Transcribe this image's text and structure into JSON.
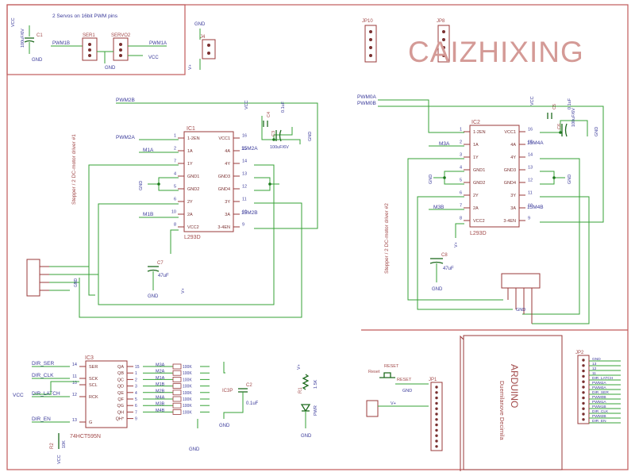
{
  "watermark": "CAIZHIXING",
  "servo_box": {
    "title": "2 Servos on 16bit PWM pins",
    "cap": "C1",
    "cap_val": "100uF/6V",
    "gnd": "GND",
    "pwm1b": "PWM1B",
    "pwm1a": "PWM1A",
    "ser1": "SER1",
    "servo2": "SERVO2",
    "vcc": "VCC",
    "j4": "J4",
    "j4_v": "V+",
    "j4_gnd": "GND"
  },
  "jumpers": {
    "jp10": "JP10",
    "jp8": "JP8"
  },
  "ic1": {
    "name": "IC1",
    "part": "L293D",
    "note": "Stepper / 2 DC-motor driver #1",
    "left_pins": [
      {
        "num": "1",
        "name": "1-2EN"
      },
      {
        "num": "2",
        "name": "1A"
      },
      {
        "num": "7",
        "name": "1Y"
      },
      {
        "num": "4",
        "name": "GND1"
      },
      {
        "num": "5",
        "name": "GND2"
      },
      {
        "num": "6",
        "name": "2Y"
      },
      {
        "num": "10",
        "name": "2A"
      },
      {
        "num": "8",
        "name": "VCC2"
      }
    ],
    "right_pins": [
      {
        "num": "16",
        "name": "VCC1"
      },
      {
        "num": "15",
        "name": "4A"
      },
      {
        "num": "14",
        "name": "4Y"
      },
      {
        "num": "13",
        "name": "GND3"
      },
      {
        "num": "12",
        "name": "GND4"
      },
      {
        "num": "11",
        "name": "3Y"
      },
      {
        "num": "10",
        "name": "3A"
      },
      {
        "num": "9",
        "name": "3-4EN"
      }
    ],
    "nets": {
      "pwm2b": "PWM2B",
      "pwm2a": "PWM2A",
      "m1a": "M1A",
      "m1b": "M1B",
      "m2a": "15M2A",
      "m2b": "15M2B"
    },
    "c4": "C4",
    "c4_val": "0.1uF",
    "c3": "C3",
    "c3_val": "100uF/6V",
    "c7": "C7",
    "c7_val": "47uF",
    "gnd": "GND",
    "vcc": "VCC"
  },
  "ic2": {
    "name": "IC2",
    "part": "L293D",
    "note": "Stepper / 2 DC-motor driver #2",
    "left_pins": [
      {
        "num": "1",
        "name": "1-2EN"
      },
      {
        "num": "2",
        "name": "1A"
      },
      {
        "num": "3",
        "name": "1Y"
      },
      {
        "num": "4",
        "name": "GND1"
      },
      {
        "num": "5",
        "name": "GND2"
      },
      {
        "num": "6",
        "name": "2Y"
      },
      {
        "num": "7",
        "name": "2A"
      },
      {
        "num": "8",
        "name": "VCC2"
      }
    ],
    "right_pins": [
      {
        "num": "16",
        "name": "VCC1"
      },
      {
        "num": "15",
        "name": "4A"
      },
      {
        "num": "14",
        "name": "4Y"
      },
      {
        "num": "13",
        "name": "GND3"
      },
      {
        "num": "12",
        "name": "GND4"
      },
      {
        "num": "11",
        "name": "3Y"
      },
      {
        "num": "10",
        "name": "3A"
      },
      {
        "num": "9",
        "name": "3-4EN"
      }
    ],
    "nets": {
      "pwm0a": "PWM0A",
      "pwm0b": "PWM0B",
      "m3a": "M3A",
      "m3b": "M3B",
      "m4a": "15M4A",
      "m4b": "15M4B"
    },
    "c5": "C5",
    "c5_val": "0.1uF",
    "c6": "C6",
    "c6_val": "100uF/6V",
    "c8": "C8",
    "c8_val": "47uF",
    "gnd": "GND",
    "vcc": "VCC"
  },
  "ic3": {
    "name": "IC3",
    "part": "74HCT595N",
    "inputs": [
      {
        "net": "DIR_SER",
        "num": "14",
        "pin": "SER"
      },
      {
        "net": "DIR_CLK",
        "num": "11",
        "pin": "SCK"
      },
      {
        "net": "",
        "num": "10",
        "pin": "SCL"
      },
      {
        "net": "DIR_LATCH",
        "num": "12",
        "pin": "RCK"
      },
      {
        "net": "DIR_EN",
        "num": "13",
        "pin": "G"
      }
    ],
    "outputs": [
      {
        "num": "15",
        "pin": "QA",
        "net": "M3A"
      },
      {
        "num": "1",
        "pin": "QB",
        "net": "M2A"
      },
      {
        "num": "2",
        "pin": "QC",
        "net": "M1A"
      },
      {
        "num": "3",
        "pin": "QD",
        "net": "M1B"
      },
      {
        "num": "4",
        "pin": "QE",
        "net": "M2B"
      },
      {
        "num": "5",
        "pin": "QF",
        "net": "M4A"
      },
      {
        "num": "6",
        "pin": "QG",
        "net": "M3B"
      },
      {
        "num": "7",
        "pin": "QH",
        "net": "M4B"
      },
      {
        "num": "9",
        "pin": "QH*",
        "net": ""
      }
    ],
    "r_labels": [
      "100K",
      "100K",
      "100K",
      "100K",
      "100K",
      "100K",
      "100K",
      "100K"
    ],
    "r2": "R2",
    "r2_val": "10K",
    "vcc": "VCC",
    "gnd": "GND"
  },
  "misc": {
    "ic3p": "IC3P",
    "c2": "C2",
    "c2_val": "0.1uF",
    "r1": "R1",
    "r1_val": "1.5K",
    "led": "PWR",
    "vplus": "V+",
    "gnd": "GND"
  },
  "arduino": {
    "brand": "ARDUINO",
    "model": "Duemilanove Decimila",
    "jp1": "JP1",
    "jp2": "JP2",
    "reset": "RESET",
    "reset_lbl": "Reset",
    "gnd": "GND",
    "vplus": "V+",
    "right_nets": [
      "GND",
      "13",
      "12",
      "11",
      "DIR_LATCH",
      "PWM2A",
      "PWM0A",
      "DIR_SER",
      "PWM0B",
      "PWM1A",
      "PWM1B",
      "DIR_CLK",
      "PWM2B",
      "DIR_EN"
    ]
  }
}
